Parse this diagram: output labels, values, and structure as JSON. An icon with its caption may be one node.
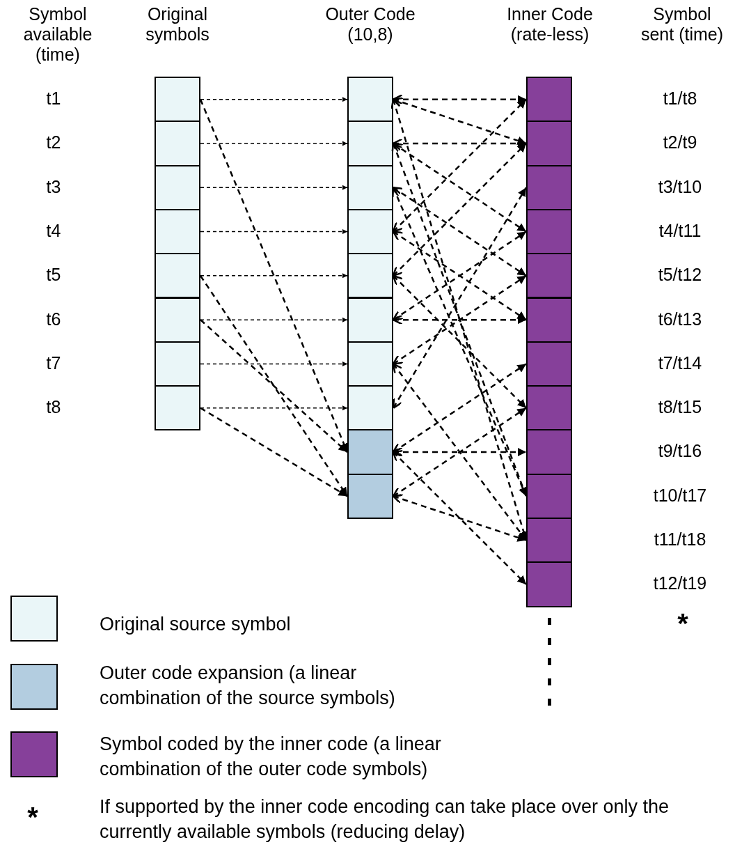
{
  "diagram": {
    "nodes": [
      {
        "text": [],
        "shape": "box"
      },
      {
        "text": [],
        "shape": "box"
      },
      {
        "text": [],
        "shape": "box"
      },
      {
        "text": [],
        "shape": "box"
      },
      {
        "text": [],
        "shape": "box"
      },
      {
        "text": [],
        "shape": "box"
      },
      {
        "text": [],
        "shape": "box"
      },
      {
        "text": [],
        "shape": "box"
      },
      {
        "text": [],
        "shape": "box"
      },
      {
        "text": [],
        "shape": "box"
      },
      {
        "text": [],
        "shape": "box"
      },
      {
        "text": [],
        "shape": "box"
      },
      {
        "text": [],
        "shape": "box"
      },
      {
        "text": [],
        "shape": "box"
      },
      {
        "text": [],
        "shape": "box"
      },
      {
        "text": [],
        "shape": "box"
      },
      {
        "text": [],
        "shape": "box"
      },
      {
        "text": [],
        "shape": "box"
      },
      {
        "text": [],
        "shape": "box"
      },
      {
        "text": [],
        "shape": "box"
      },
      {
        "text": [],
        "shape": "box"
      },
      {
        "text": [],
        "shape": "box"
      },
      {
        "text": [],
        "shape": "box"
      },
      {
        "text": [],
        "shape": "box"
      },
      {
        "text": [],
        "shape": "box"
      },
      {
        "text": [],
        "shape": "box"
      },
      {
        "text": [],
        "shape": "box"
      },
      {
        "text": [],
        "shape": "box"
      },
      {
        "text": [],
        "shape": "box"
      },
      {
        "text": [],
        "shape": "box"
      }
    ],
    "edges": [
      {
        "from": 0,
        "to": 8,
        "arrow": "to",
        "style": "dashed"
      },
      {
        "from": 1,
        "to": 9,
        "arrow": "to",
        "style": "dashed"
      },
      {
        "from": 2,
        "to": 10,
        "arrow": "to",
        "style": "dashed"
      },
      {
        "from": 3,
        "to": 11,
        "arrow": "to",
        "style": "dashed"
      },
      {
        "from": 4,
        "to": 12,
        "arrow": "to",
        "style": "dashed"
      },
      {
        "from": 5,
        "to": 13,
        "arrow": "to",
        "style": "dashed"
      },
      {
        "from": 6,
        "to": 14,
        "arrow": "to",
        "style": "dashed"
      },
      {
        "from": 7,
        "to": 15,
        "arrow": "to",
        "style": "dashed"
      },
      {
        "from": 0,
        "to": 16,
        "arrow": "to",
        "style": "dashed"
      },
      {
        "from": 4,
        "to": 17,
        "arrow": "to",
        "style": "dashed"
      },
      {
        "from": 5,
        "to": 16,
        "arrow": "to",
        "style": "dashed"
      },
      {
        "from": 7,
        "to": 17,
        "arrow": "to",
        "style": "dashed"
      },
      {
        "from": 8,
        "to": 18,
        "arrow": "both",
        "style": "dashed"
      },
      {
        "from": 8,
        "to": 19,
        "arrow": "both",
        "style": "dashed"
      },
      {
        "from": 9,
        "to": 19,
        "arrow": "both",
        "style": "dashed"
      },
      {
        "from": 9,
        "to": 21,
        "arrow": "both",
        "style": "dashed"
      },
      {
        "from": 8,
        "to": 28,
        "arrow": "both",
        "style": "dashed"
      },
      {
        "from": 9,
        "to": 27,
        "arrow": "both",
        "style": "dashed"
      },
      {
        "from": 10,
        "to": 22,
        "arrow": "both",
        "style": "dashed"
      },
      {
        "from": 10,
        "to": 27,
        "arrow": "both",
        "style": "dashed"
      },
      {
        "from": 11,
        "to": 18,
        "arrow": "both",
        "style": "dashed"
      },
      {
        "from": 11,
        "to": 23,
        "arrow": "both",
        "style": "dashed"
      },
      {
        "from": 12,
        "to": 19,
        "arrow": "both",
        "style": "dashed"
      },
      {
        "from": 12,
        "to": 25,
        "arrow": "both",
        "style": "dashed"
      },
      {
        "from": 13,
        "to": 23,
        "arrow": "both",
        "style": "dashed"
      },
      {
        "from": 13,
        "to": 21,
        "arrow": "both",
        "style": "dashed"
      },
      {
        "from": 14,
        "to": 22,
        "arrow": "both",
        "style": "dashed"
      },
      {
        "from": 14,
        "to": 28,
        "arrow": "both",
        "style": "dashed"
      },
      {
        "from": 15,
        "to": 20,
        "arrow": "both",
        "style": "dashed"
      },
      {
        "from": 16,
        "to": 26,
        "arrow": "both",
        "style": "dashed"
      },
      {
        "from": 16,
        "to": 24,
        "arrow": "both",
        "style": "dashed"
      },
      {
        "from": 16,
        "to": 29,
        "arrow": "both",
        "style": "dashed"
      },
      {
        "from": 17,
        "to": 25,
        "arrow": "both",
        "style": "dashed"
      },
      {
        "from": 17,
        "to": 28,
        "arrow": "both",
        "style": "dashed"
      }
    ],
    "labels": [
      "Symbol available (time)",
      "Original symbols",
      "Outer Code (10,8)",
      "Inner Code (rate-less)",
      "Symbol sent (time)",
      "t1",
      "t1/t8",
      "t2",
      "t2/t9",
      "t3",
      "t3/t10",
      "t4",
      "t4/t11",
      "t5",
      "t5/t12",
      "t6",
      "t6/t13",
      "t7",
      "t7/t14",
      "t8",
      "t8/t15",
      "t9/t16",
      "t10/t17",
      "t11/t18",
      "t12/t19",
      "*",
      "*"
    ],
    "legend": [
      {
        "text": "Original source symbol",
        "color": "#eaf6f8"
      },
      {
        "text": "Outer code expansion (a linear combination of the source symbols)",
        "color": "#b3cde0"
      },
      {
        "text": "Symbol coded by the inner code (a linear combination of the outer code symbols)",
        "color": "#86409a"
      },
      {
        "text": "If supported by the inner code encoding can take place over only the currently available symbols (reducing delay)"
      }
    ]
  }
}
